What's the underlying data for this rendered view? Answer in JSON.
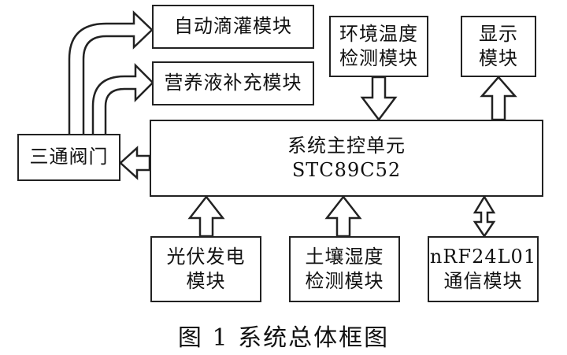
{
  "diagram": {
    "main_unit": {
      "line1": "系统主控单元",
      "line2": "STC89C52"
    },
    "modules": {
      "drip": "自动滴灌模块",
      "nutrient": "营养液补充模块",
      "env_temp": {
        "line1": "环境温度",
        "line2": "检测模块"
      },
      "display": {
        "line1": "显示",
        "line2": "模块"
      },
      "valve": "三通阀门",
      "pv": {
        "line1": "光伏发电",
        "line2": "模块"
      },
      "soil": {
        "line1": "土壤湿度",
        "line2": "检测模块"
      },
      "nrf": {
        "line1": "nRF24L01",
        "line2": "通信模块"
      }
    },
    "caption": "图 1  系统总体框图"
  },
  "colors": {
    "line": "#222222",
    "background": "#ffffff"
  }
}
